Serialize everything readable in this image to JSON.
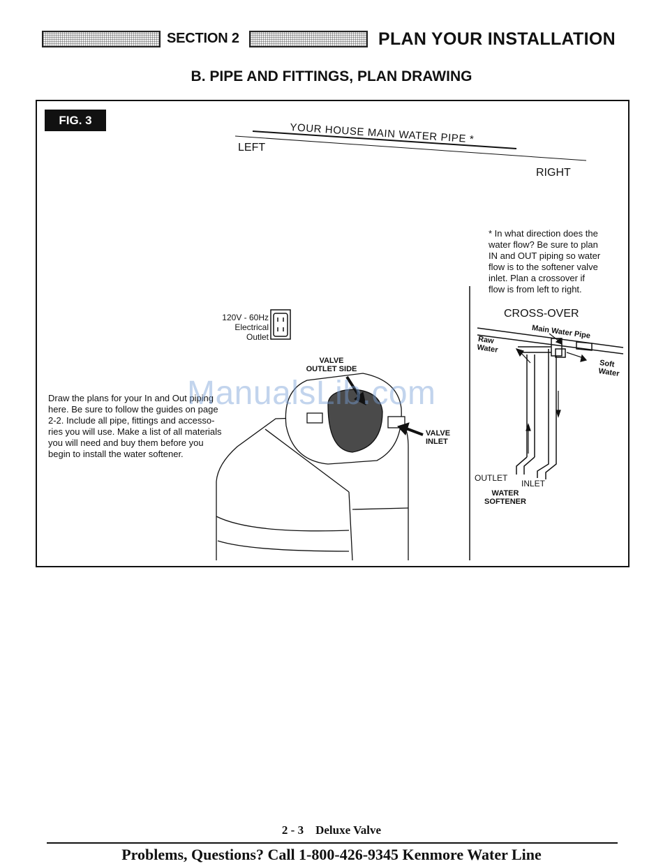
{
  "header": {
    "section_label": "SECTION 2",
    "section_title": "PLAN YOUR INSTALLATION"
  },
  "subheading": "B. PIPE AND FITTINGS, PLAN DRAWING",
  "figure": {
    "tag": "FIG. 3",
    "pipe_label": "YOUR HOUSE MAIN WATER PIPE *",
    "left_label": "LEFT",
    "right_label": "RIGHT",
    "flow_note": [
      "* In what direction does the",
      "water flow? Be sure to plan",
      "IN and OUT piping so water",
      "flow is to the softener valve",
      "inlet. Plan a crossover if",
      "flow is from left to right."
    ],
    "outlet_label": [
      "120V - 60Hz",
      "Electrical",
      "Outlet"
    ],
    "valve_outlet_side": [
      "VALVE",
      "OUTLET SIDE"
    ],
    "valve_inlet": [
      "VALVE",
      "INLET"
    ],
    "instructions": [
      "Draw the plans for your In and Out piping",
      "here. Be sure to follow the guides on page",
      "2-2. Include all pipe, fittings and accesso-",
      "ries you will use. Make a list of all materials",
      "you will need and buy them before you",
      "begin to install the water softener."
    ],
    "crossover": {
      "title": "CROSS-OVER",
      "main_pipe": "Main Water Pipe",
      "raw_water": [
        "Raw",
        "Water"
      ],
      "soft_water": [
        "Soft",
        "Water"
      ],
      "outlet": "OUTLET",
      "inlet": "INLET",
      "softener": [
        "WATER",
        "SOFTENER"
      ]
    }
  },
  "watermark": "ManualsLib.com",
  "footer": {
    "page_number": "2 - 3    Deluxe Valve",
    "help_line": "Problems, Questions? Call 1-800-426-9345 Kenmore Water Line"
  }
}
